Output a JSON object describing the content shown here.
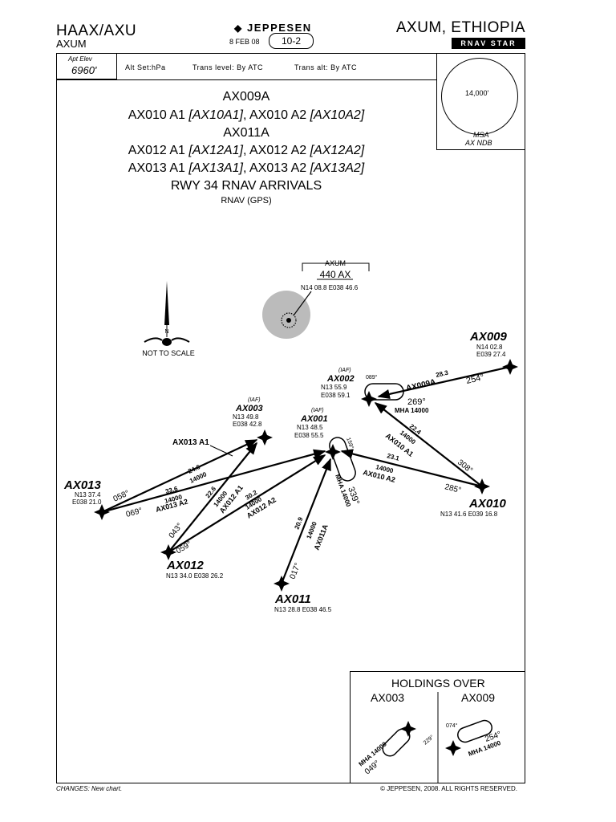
{
  "header": {
    "icao_iata": "HAAX/AXU",
    "airport_name": "AXUM",
    "location": "AXUM, ETHIOPIA",
    "publisher": "JEPPESEN",
    "date": "8 FEB 08",
    "chart_number": "10-2",
    "chart_type": "RNAV STAR"
  },
  "info_row": {
    "apt_elev_label": "Apt Elev",
    "apt_elev_value": "6960'",
    "alt_set": "Alt Set:hPa",
    "trans_level": "Trans level: By ATC",
    "trans_alt": "Trans alt: By ATC"
  },
  "msa": {
    "altitude": "14,000'",
    "label": "MSA",
    "reference": "AX NDB"
  },
  "title": {
    "line1": "AX009A",
    "line2a": "AX010 A1 ",
    "line2b": "[AX10A1]",
    "line2c": ", AX010 A2 ",
    "line2d": "[AX10A2]",
    "line3": "AX011A",
    "line4a": "AX012 A1 ",
    "line4b": "[AX12A1]",
    "line4c": ", AX012 A2 ",
    "line4d": "[AX12A2]",
    "line5a": "AX013 A1 ",
    "line5b": "[AX13A1]",
    "line5c": ", AX013 A2 ",
    "line5d": "[AX13A2]",
    "line6": "RWY 34 RNAV ARRIVALS",
    "line7": "RNAV (GPS)"
  },
  "navaid": {
    "name": "AXUM",
    "freq_ident": "440 AX",
    "coords": "N14 08.8 E038 46.6"
  },
  "compass": {
    "north": "N",
    "note": "NOT TO SCALE"
  },
  "fixes": {
    "ax009": {
      "name": "AX009",
      "lat": "N14 02.8",
      "lon": "E039 27.4"
    },
    "ax002": {
      "tag": "(IAF)",
      "name": "AX002",
      "lat": "N13 55.9",
      "lon": "E038 59.1"
    },
    "ax003": {
      "tag": "(IAF)",
      "name": "AX003",
      "lat": "N13 49.8",
      "lon": "E038 42.8"
    },
    "ax001": {
      "tag": "(IAF)",
      "name": "AX001",
      "lat": "N13 48.5",
      "lon": "E038 55.5"
    },
    "ax013": {
      "name": "AX013",
      "lat": "N13 37.4",
      "lon": "E038 21.0"
    },
    "ax010": {
      "name": "AX010",
      "coords": "N13 41.6 E039 16.8"
    },
    "ax012": {
      "name": "AX012",
      "coords": "N13 34.0 E038 26.2"
    },
    "ax011": {
      "name": "AX011",
      "coords": "N13 28.8 E038 46.5"
    }
  },
  "route_labels": {
    "ax009a_dist": "28.3",
    "ax009a_name": "AX009A",
    "ax009a_crs": "254°",
    "ax002_hold_in": "089°",
    "ax002_hold_out": "269°",
    "ax002_mha": "MHA 14000",
    "ax010a1_dist": "22.4",
    "ax010a1_alt": "14000",
    "ax010a1_name": "AX010 A1",
    "ax010a1_crs": "308°",
    "ax010a2_dist": "23.1",
    "ax010a2_alt": "14000",
    "ax010a2_name": "AX010 A2",
    "ax010a2_crs": "285°",
    "ax001_hold_in": "159°",
    "ax001_hold_out": "339°",
    "ax001_mha": "MHA 14000",
    "ax011a_dist": "20.9",
    "ax011a_alt": "14000",
    "ax011a_name": "AX011A",
    "ax011a_crs": "017°",
    "ax013a1_label": "AX013 A1",
    "ax013a1_dist": "24.6",
    "ax013a1_alt": "14000",
    "ax013a1_crs": "058°",
    "ax013a2_dist": "33.6",
    "ax013a2_alt": "14000",
    "ax013a2_name": "AX013 A2",
    "ax013a2_crs": "069°",
    "ax012a1_dist": "22.6",
    "ax012a1_alt": "14000",
    "ax012a1_name": "AX012 A1",
    "ax012a1_crs": "043°",
    "ax012a2_dist": "30.2",
    "ax012a2_alt": "14000",
    "ax012a2_name": "AX012 A2",
    "ax012a2_crs": "059°"
  },
  "holdings": {
    "title": "HOLDINGS OVER",
    "left_fix": "AX003",
    "right_fix": "AX009",
    "left_mha": "MHA 14000",
    "left_out": "049°",
    "left_in": "229°",
    "right_in": "074°",
    "right_out": "254°",
    "right_mha": "MHA 14000"
  },
  "footer": {
    "changes": "CHANGES: New chart.",
    "copyright": "© JEPPESEN, 2008. ALL RIGHTS RESERVED."
  }
}
